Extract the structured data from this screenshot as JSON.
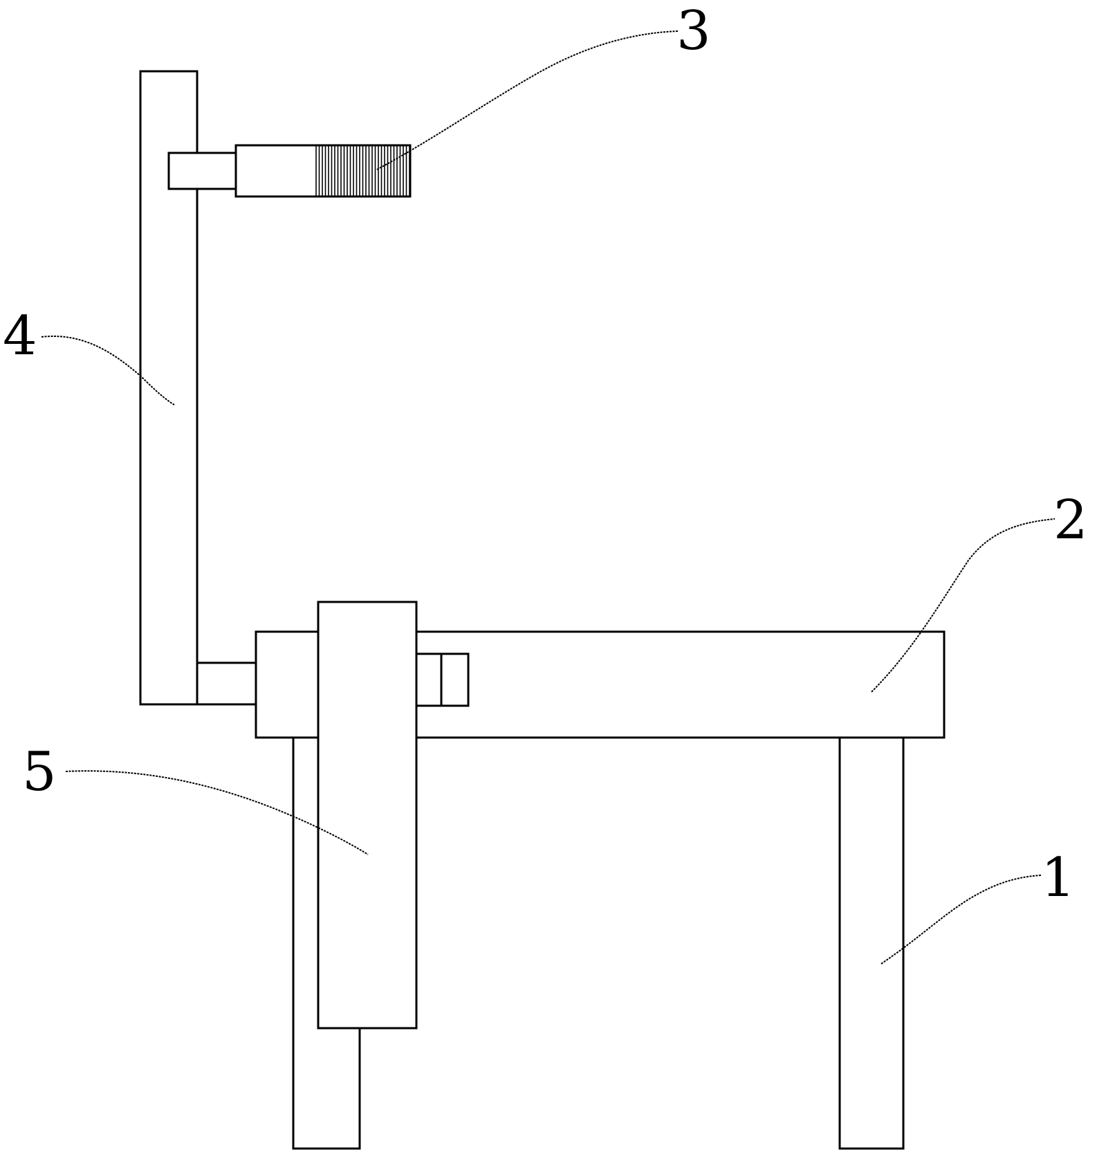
{
  "diagram": {
    "colors": {
      "background": "#ffffff",
      "line": "#000000"
    },
    "reference_numerals": [
      {
        "id": "1",
        "text": "1"
      },
      {
        "id": "2",
        "text": "2"
      },
      {
        "id": "3",
        "text": "3"
      },
      {
        "id": "4",
        "text": "4"
      },
      {
        "id": "5",
        "text": "5"
      }
    ]
  }
}
